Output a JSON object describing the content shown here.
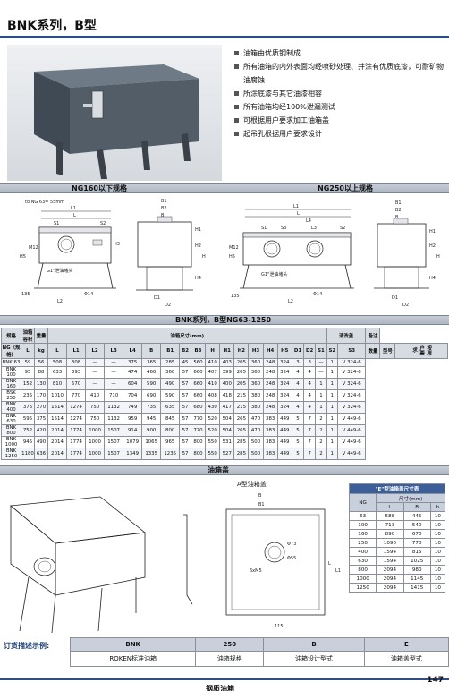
{
  "header": {
    "title": "BNK系列，B型"
  },
  "features": [
    "油箱由优质钢制成",
    "所有油箱的内外表面均经喷砂处理、并涂有优质底漆，可耐矿物油腐蚀",
    "所涂底漆与其它油漆相容",
    "所有油箱均经100%泄漏测试",
    "可根据用户要求加工油箱盖",
    "起吊孔根据用户要求设计"
  ],
  "diagrams": {
    "left_title": "NG160以下规格",
    "right_title": "NG250以上规格",
    "left_note": "to NG 63= 55mm",
    "left_drain": "G1\"泄油堵头",
    "right_drain": "G1\"泄油堵头",
    "left_dims": [
      "L1",
      "L",
      "S1",
      "S2",
      "B1",
      "B2",
      "B",
      "M12",
      "H5",
      "H3",
      "H1",
      "H2",
      "H",
      "H4",
      "135",
      "L2",
      "Φ14",
      "D1",
      "D2"
    ],
    "right_dims": [
      "L1",
      "L",
      "L4",
      "L3",
      "S1",
      "S2",
      "S3",
      "B1",
      "B2",
      "B",
      "M12",
      "H5",
      "H1",
      "H2",
      "H",
      "H4",
      "135",
      "L2",
      "Φ14",
      "D1",
      "D2"
    ]
  },
  "spec_table": {
    "band_title": "BNK系列，B型NG63-1250",
    "col_headers": {
      "model": "规格",
      "volume": "油箱容积",
      "weight": "重量",
      "dims": "油箱尺寸(mm)",
      "cleanout": "清洗盖",
      "remarks": "备注"
    },
    "sub_headers": [
      "NG（规格）",
      "L",
      "kg",
      "L",
      "L1",
      "L2",
      "L3",
      "L4",
      "B",
      "B1",
      "B2",
      "B3",
      "H",
      "H1",
      "H2",
      "H3",
      "H4",
      "H5",
      "D1",
      "D2",
      "S1",
      "S2",
      "S3",
      "数量",
      "型号"
    ],
    "rows": [
      [
        "BNK",
        "63",
        "59",
        "56",
        "508",
        "308",
        "—",
        "—",
        "375",
        "365",
        "285",
        "45",
        "560",
        "410",
        "403",
        "205",
        "360",
        "248",
        "324",
        "3",
        "3",
        "—",
        "1",
        "V 324-6"
      ],
      [
        "BNK",
        "100",
        "95",
        "88",
        "633",
        "393",
        "—",
        "—",
        "474",
        "460",
        "360",
        "57",
        "660",
        "407",
        "399",
        "205",
        "360",
        "248",
        "324",
        "4",
        "4",
        "—",
        "1",
        "V 324-6"
      ],
      [
        "BNK",
        "160",
        "152",
        "130",
        "810",
        "570",
        "—",
        "—",
        "604",
        "590",
        "490",
        "57",
        "660",
        "410",
        "400",
        "205",
        "360",
        "248",
        "324",
        "4",
        "4",
        "1",
        "1",
        "V 324-6"
      ],
      [
        "BSK",
        "250",
        "235",
        "170",
        "1010",
        "770",
        "410",
        "710",
        "704",
        "690",
        "590",
        "57",
        "660",
        "408",
        "418",
        "215",
        "380",
        "248",
        "324",
        "4",
        "4",
        "1",
        "1",
        "V 324-6"
      ],
      [
        "BNK",
        "400",
        "375",
        "270",
        "1514",
        "1274",
        "750",
        "1132",
        "749",
        "735",
        "635",
        "57",
        "680",
        "430",
        "417",
        "215",
        "380",
        "248",
        "324",
        "4",
        "4",
        "1",
        "1",
        "V 324-6"
      ],
      [
        "BNK",
        "630",
        "595",
        "375",
        "1514",
        "1274",
        "750",
        "1132",
        "959",
        "945",
        "845",
        "57",
        "770",
        "520",
        "504",
        "265",
        "470",
        "383",
        "449",
        "5",
        "7",
        "2",
        "1",
        "V 449-6"
      ],
      [
        "BNK",
        "800",
        "752",
        "420",
        "2014",
        "1774",
        "1000",
        "1507",
        "914",
        "900",
        "800",
        "57",
        "770",
        "520",
        "504",
        "265",
        "470",
        "383",
        "449",
        "5",
        "7",
        "2",
        "1",
        "V 449-6"
      ],
      [
        "BNK",
        "1000",
        "945",
        "490",
        "2014",
        "1774",
        "1000",
        "1507",
        "1079",
        "1065",
        "965",
        "57",
        "800",
        "550",
        "531",
        "285",
        "500",
        "383",
        "449",
        "5",
        "7",
        "2",
        "1",
        "V 449-6"
      ],
      [
        "BNK",
        "1250",
        "1180",
        "636",
        "2014",
        "1774",
        "1000",
        "1507",
        "1349",
        "1335",
        "1235",
        "57",
        "800",
        "550",
        "527",
        "285",
        "500",
        "383",
        "449",
        "5",
        "7",
        "2",
        "1",
        "V 449-6"
      ]
    ],
    "remark_text": "按用户要求"
  },
  "lid": {
    "band_title": "油箱盖",
    "drawing_title": "A型油箱盖",
    "drawing_dims": [
      "B",
      "B1",
      "Φ73",
      "Φ55",
      "6xM5",
      "115",
      "L",
      "L1"
    ],
    "table_title": "\"E\"型油箱盖尺寸表",
    "size_header": "尺寸(mm)",
    "col_headers": [
      "NG",
      "L",
      "B",
      "h"
    ],
    "rows": [
      [
        "63",
        "588",
        "445",
        "10"
      ],
      [
        "100",
        "713",
        "540",
        "10"
      ],
      [
        "160",
        "890",
        "670",
        "10"
      ],
      [
        "250",
        "1090",
        "770",
        "10"
      ],
      [
        "400",
        "1594",
        "815",
        "10"
      ],
      [
        "630",
        "1594",
        "1025",
        "10"
      ],
      [
        "800",
        "2094",
        "980",
        "10"
      ],
      [
        "1000",
        "2094",
        "1145",
        "10"
      ],
      [
        "1250",
        "2094",
        "1415",
        "10"
      ]
    ]
  },
  "order": {
    "label": "订货描述示例:",
    "codes": [
      "BNK",
      "250",
      "B",
      "E"
    ],
    "descriptions": [
      "ROKEN标准油箱",
      "油箱规格",
      "油箱设计型式",
      "油箱盖型式"
    ]
  },
  "footer": {
    "page": "147",
    "bottom_text": "钢质油箱"
  },
  "colors": {
    "accent": "#2e4d86",
    "band": "#b9c0cb"
  }
}
